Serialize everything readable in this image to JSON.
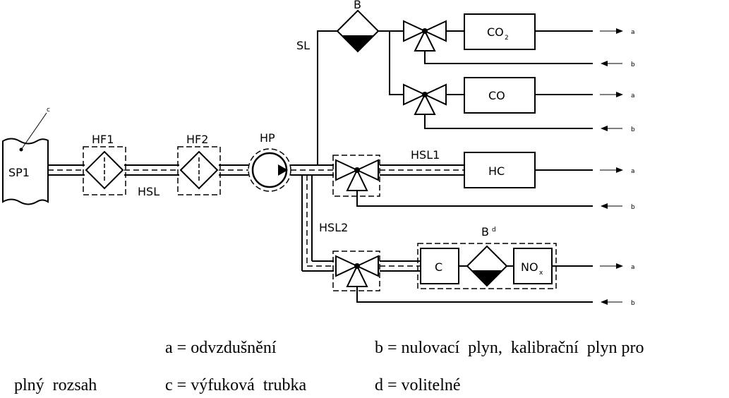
{
  "diagram": {
    "labels": {
      "sp1": "SP1",
      "c_marker": "c",
      "hf1": "HF1",
      "hf2": "HF2",
      "hp": "HP",
      "hsl": "HSL",
      "sl": "SL",
      "b_top": "B",
      "hsl1": "HSL1",
      "hsl2": "HSL2",
      "bd_main": "B",
      "bd_sup": "d"
    },
    "analyzers": {
      "co2_main": "CO",
      "co2_sub": "2",
      "co": "CO",
      "hc": "HC",
      "c": "C",
      "nox_main": "NO",
      "nox_sub": "x"
    },
    "flow_labels": {
      "a": "a",
      "b": "b"
    }
  },
  "legend": {
    "a": "a = odvzdušnění",
    "b_prefix": "b = nulovací  plyn,  kalibrační  plyn pro",
    "b_cont": "plný  rozsah",
    "c": "c = výfuková  trubka",
    "d": "d = volitelné"
  }
}
